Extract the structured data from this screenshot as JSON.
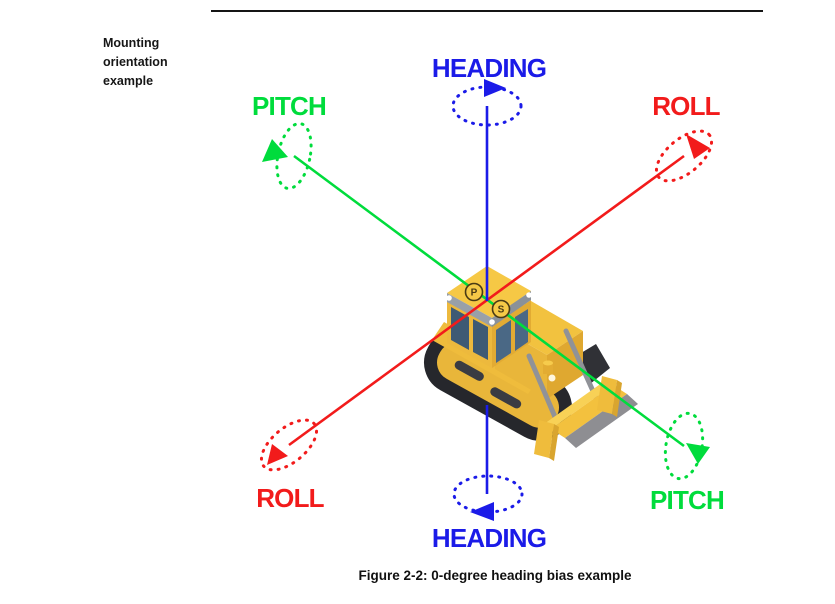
{
  "note": {
    "lines": [
      "Mounting",
      "orientation",
      "example"
    ]
  },
  "figure": {
    "caption": "Figure 2-2: 0-degree heading bias example"
  },
  "axes": {
    "heading": {
      "label": "HEADING",
      "color": "#1B1BE8"
    },
    "pitch": {
      "label": "PITCH",
      "color": "#00DC3C"
    },
    "roll": {
      "label": "ROLL",
      "color": "#F21B1B"
    }
  },
  "vehicle": {
    "type": "isometric-bulldozer",
    "marker_port": "P",
    "marker_starboard": "S"
  }
}
